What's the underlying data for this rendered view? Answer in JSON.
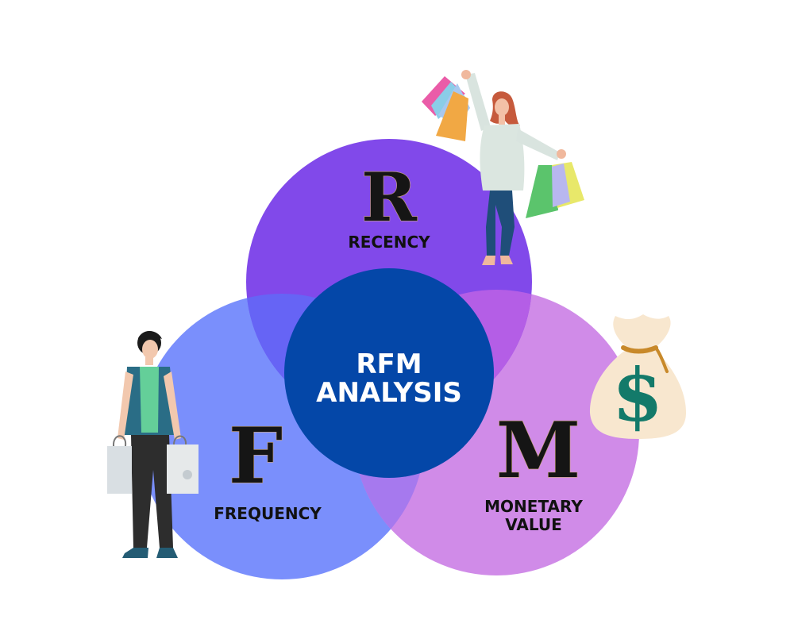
{
  "center": {
    "line1": "RFM",
    "line2": "ANALYSIS"
  },
  "segments": {
    "recency": {
      "letter": "R",
      "label": "RECENCY"
    },
    "frequency": {
      "letter": "F",
      "label": "FREQUENCY"
    },
    "monetary": {
      "letter": "M",
      "label_line1": "MONETARY",
      "label_line2": "VALUE"
    }
  },
  "money_bag": {
    "symbol": "$"
  },
  "icons": {
    "shopper_woman": "woman-with-shopping-bags-icon",
    "shopper_man": "man-with-shopping-bags-icon",
    "money_bag": "money-bag-icon"
  },
  "colors": {
    "recency": "#8149ea",
    "frequency": "#7a8ffc",
    "monetary": "#d08be8",
    "center": "#0447a8",
    "rf_overlap": "#6664f5",
    "rm_overlap": "#b45ee6",
    "fm_overlap": "#a679ee",
    "letter_outline": "#c8a27a",
    "dollar": "#137a6a"
  }
}
